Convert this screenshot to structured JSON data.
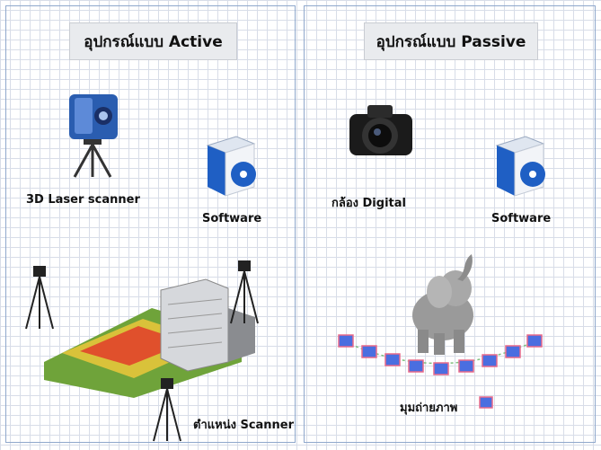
{
  "left_panel": {
    "title": "อุปกรณ์แบบ Active",
    "scanner_label": "3D Laser scanner",
    "software_label": "Software",
    "position_label": "ตำแหน่ง Scanner"
  },
  "right_panel": {
    "title": "อุปกรณ์แบบ Passive",
    "camera_label": "กล้อง Digital",
    "software_label": "Software",
    "camera_positions_label": "มุมถ่ายภาพ"
  },
  "colors": {
    "panel_border": "#8fa8cc",
    "title_bg": "#e9ebee",
    "scanner_blue": "#2a5db0",
    "software_box_blue": "#1f5fc4",
    "camera_marker": "#e86a8a",
    "camera_marker_fill": "#4a6ee0"
  },
  "icons": [
    "laser-scanner-icon",
    "software-box-icon",
    "point-cloud-building-image",
    "tripod-icon",
    "digital-camera-icon",
    "elephant-model-image",
    "camera-position-marker-icon"
  ]
}
